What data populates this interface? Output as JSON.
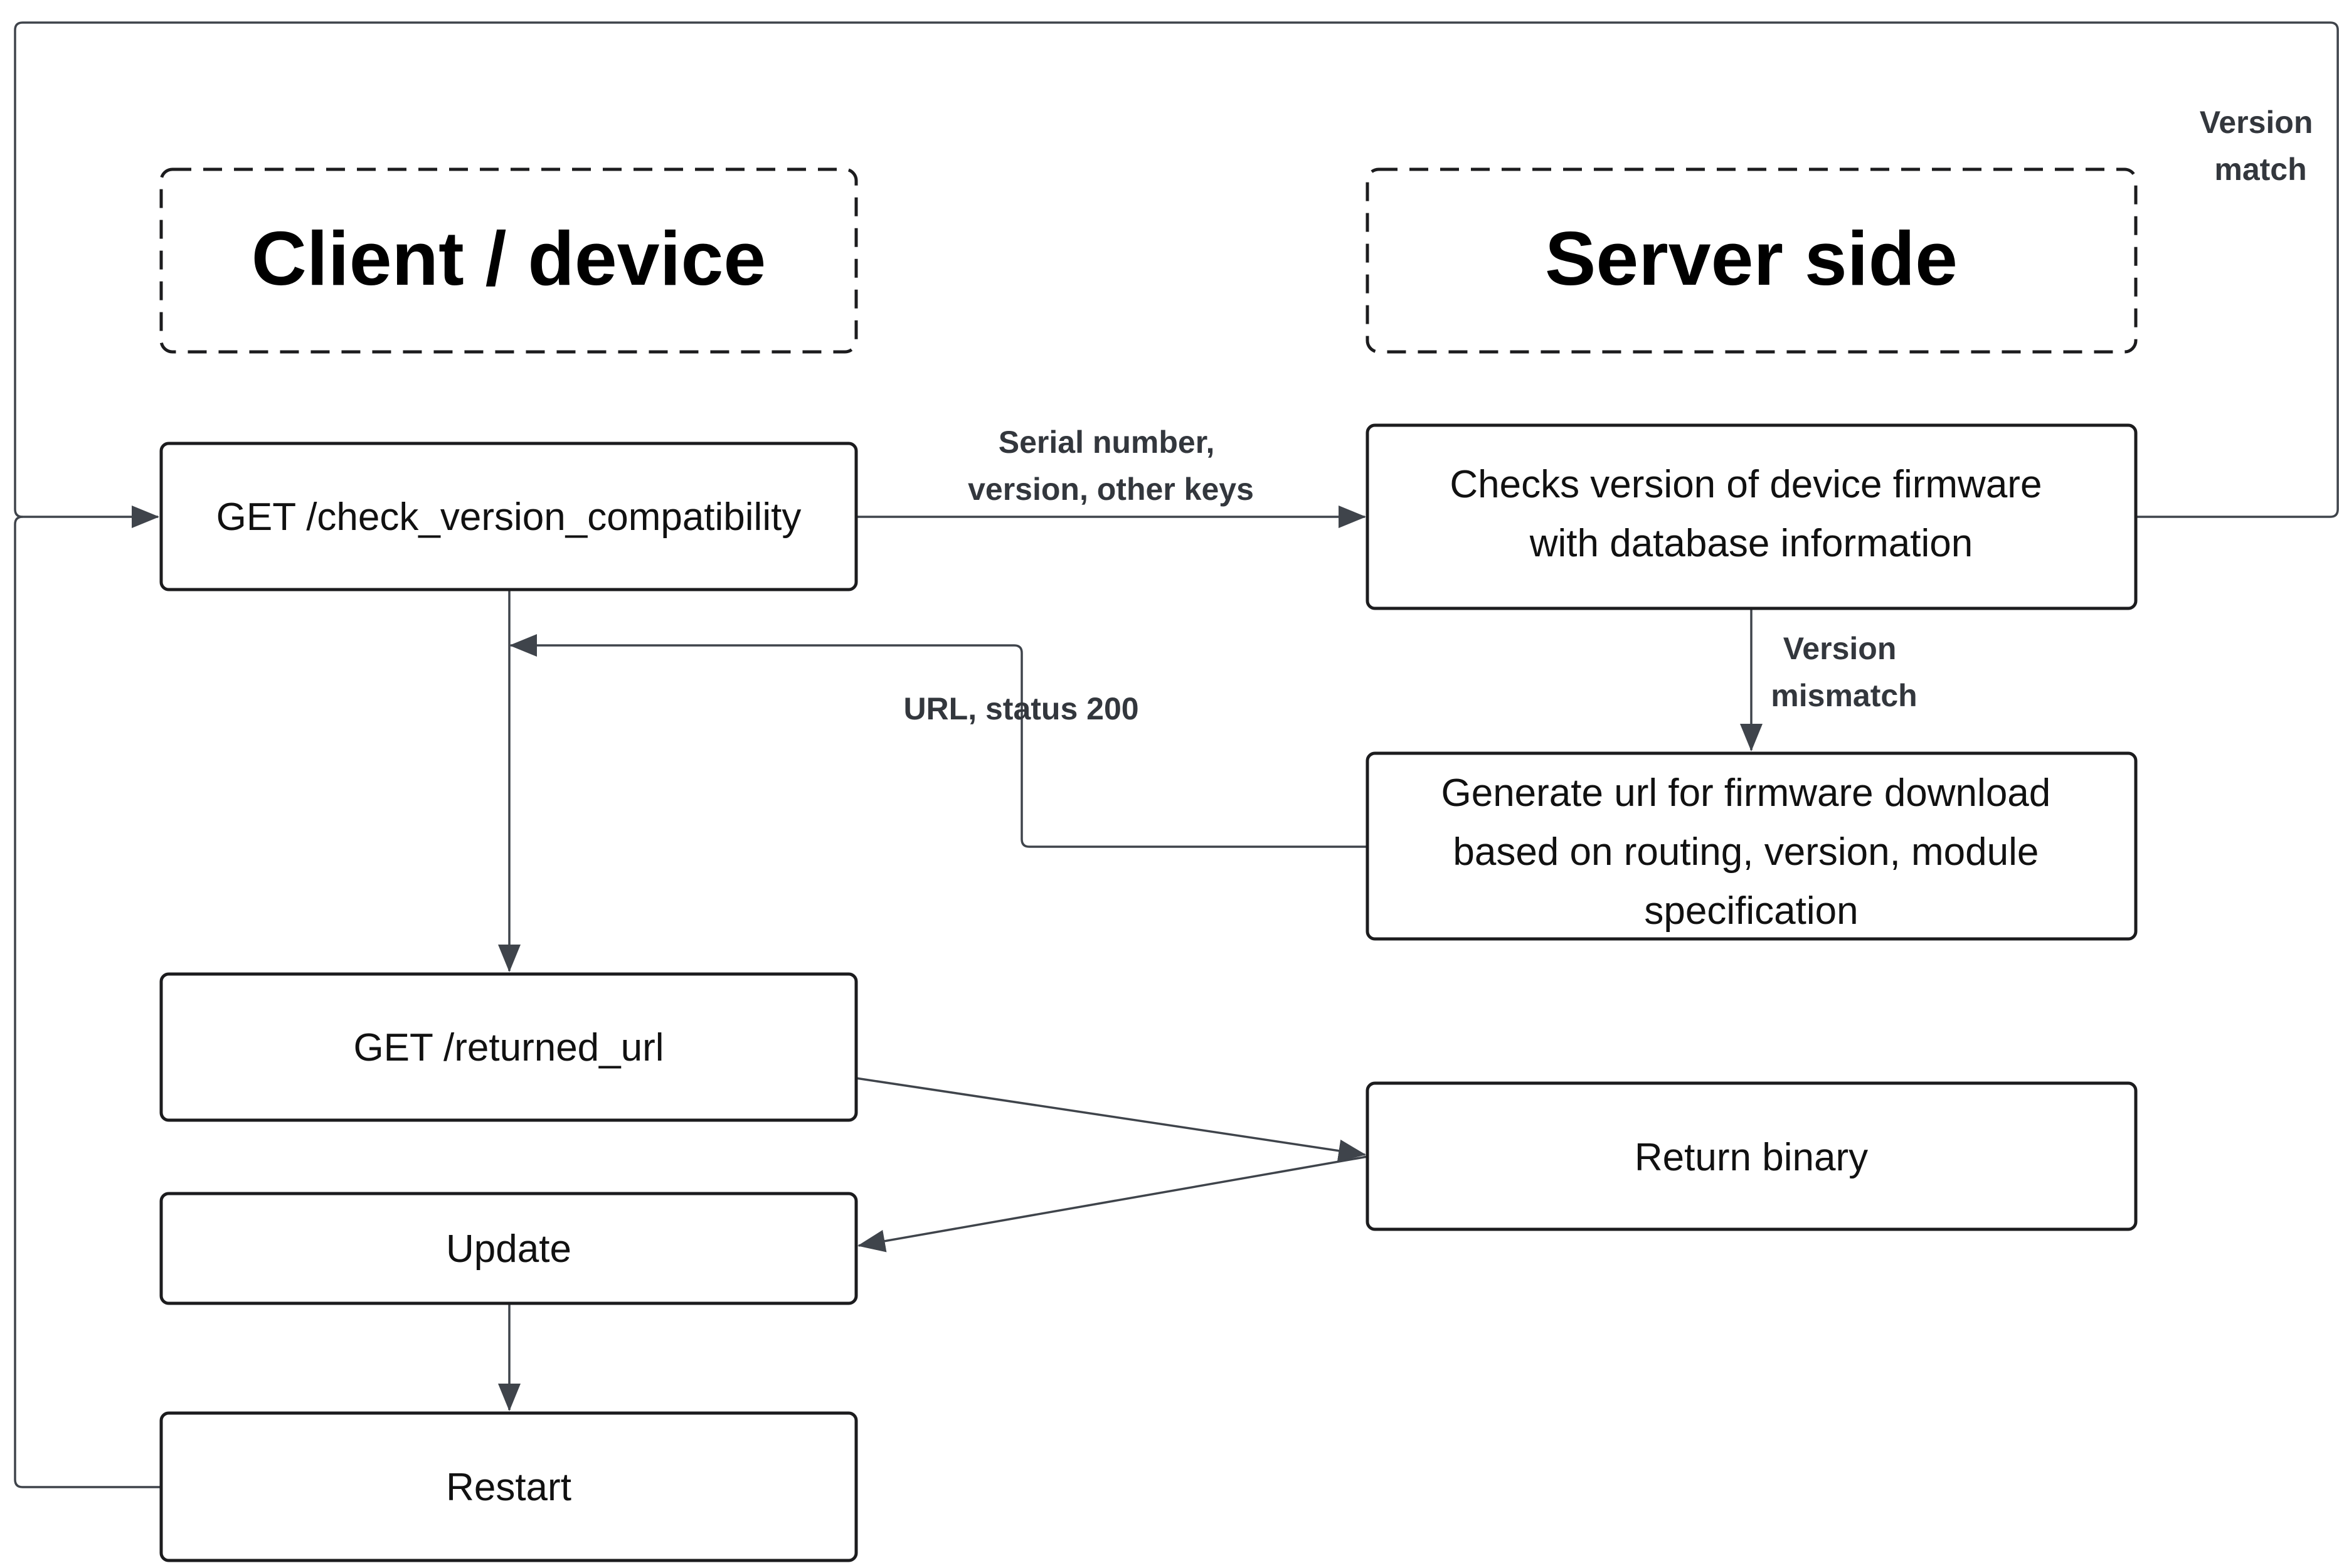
{
  "colors": {
    "node_border": "#1c1c1e",
    "edge": "#3f444b",
    "label": "#33373d",
    "background": "#ffffff"
  },
  "headers": {
    "client": "Client / device",
    "server": "Server side"
  },
  "nodes": {
    "check_version": "GET /check_version_compatibility",
    "server_check": [
      "Checks version of device firmware",
      "with database information"
    ],
    "generate_url": [
      "Generate url for firmware download",
      "based on routing, version, module",
      "specification"
    ],
    "returned_url": "GET /returned_url",
    "return_binary": "Return binary",
    "update": "Update",
    "restart": "Restart"
  },
  "edge_labels": {
    "request": [
      "Serial number,",
      "version, other keys"
    ],
    "version_match": [
      "Version",
      "match"
    ],
    "version_mismatch": [
      "Version",
      "mismatch"
    ],
    "url_status": "URL, status 200"
  }
}
